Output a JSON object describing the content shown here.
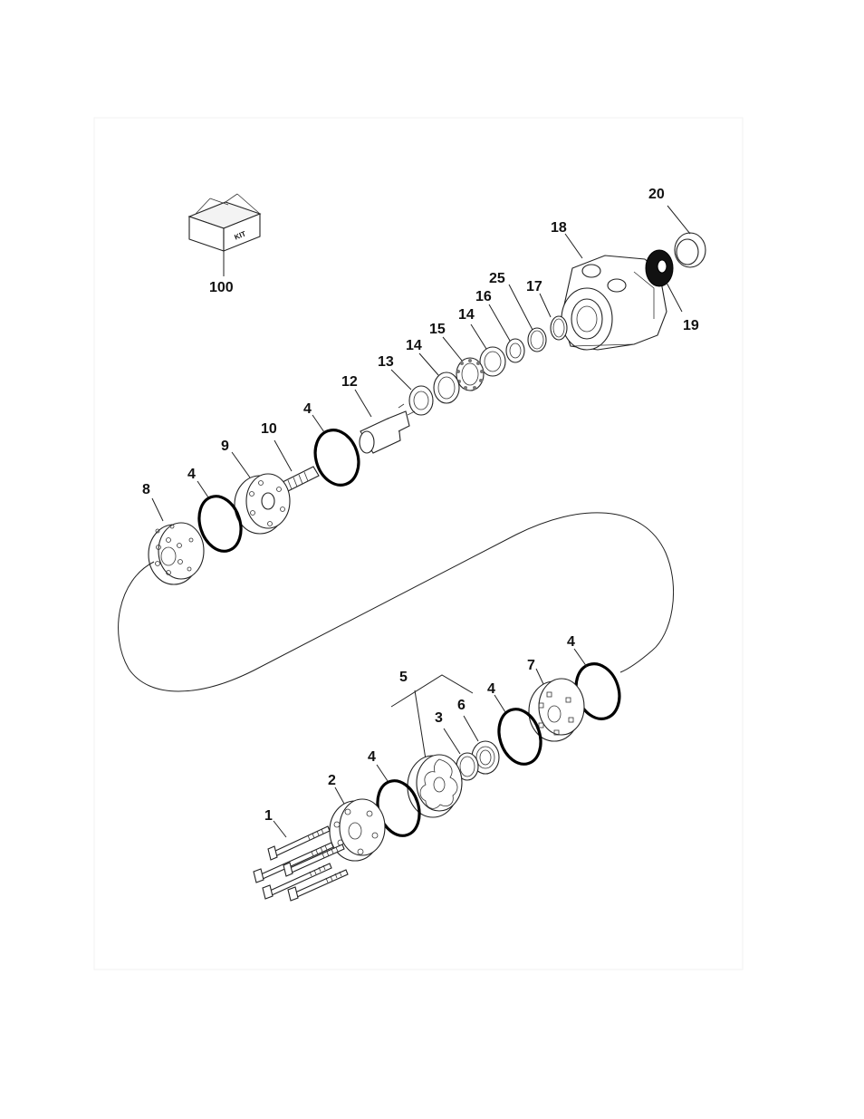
{
  "figure": {
    "kit_box_text": "KIT",
    "callouts": {
      "c1": "1",
      "c2": "2",
      "c3": "3",
      "c4a": "4",
      "c4b": "4",
      "c4c": "4",
      "c4d": "4",
      "c4e": "4",
      "c5": "5",
      "c6": "6",
      "c7": "7",
      "c8": "8",
      "c9": "9",
      "c10": "10",
      "c12": "12",
      "c13": "13",
      "c14a": "14",
      "c14b": "14",
      "c15": "15",
      "c16": "16",
      "c17": "17",
      "c18": "18",
      "c19": "19",
      "c20": "20",
      "c25": "25",
      "c100": "100"
    }
  }
}
